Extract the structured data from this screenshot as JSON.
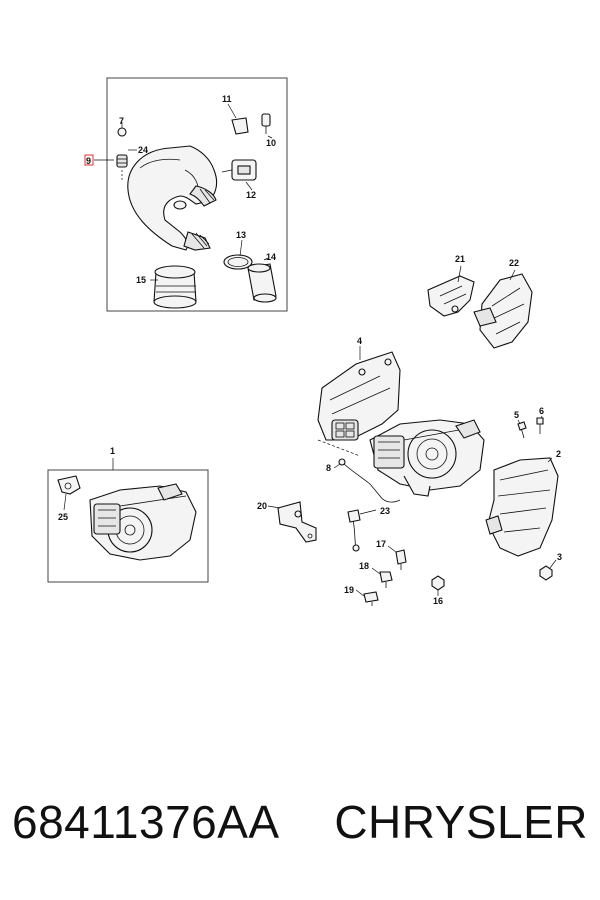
{
  "callouts": {
    "c1": "1",
    "c2": "2",
    "c3": "3",
    "c4": "4",
    "c5": "5",
    "c6": "6",
    "c7": "7",
    "c8": "8",
    "c9": "9",
    "c10": "10",
    "c11": "11",
    "c12": "12",
    "c13": "13",
    "c14": "14",
    "c15": "15",
    "c16": "16",
    "c17": "17",
    "c18": "18",
    "c19": "19",
    "c20": "20",
    "c21": "21",
    "c22": "22",
    "c23": "23",
    "c24": "24",
    "c25": "25"
  },
  "footer": {
    "part_number": "68411376AA",
    "brand": "CHRYSLER"
  },
  "colors": {
    "highlight": "#e03030"
  }
}
